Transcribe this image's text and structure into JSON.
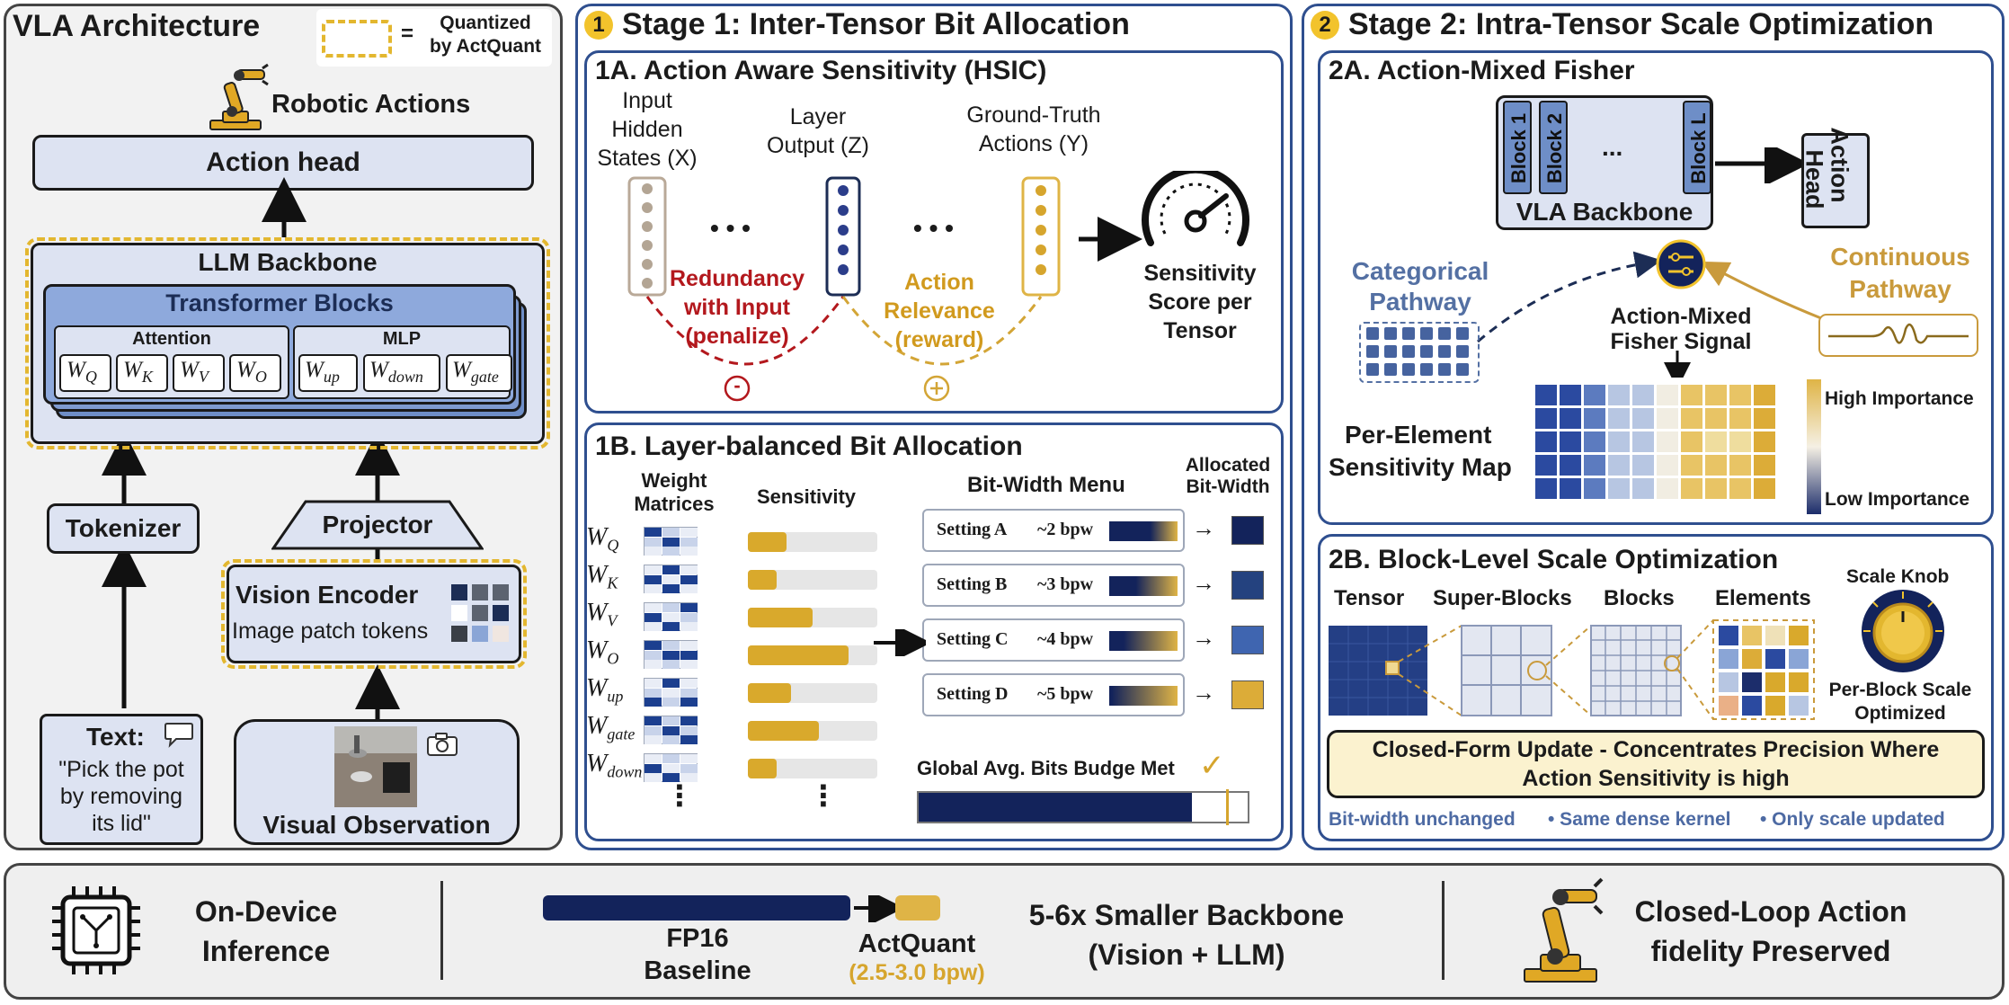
{
  "colors": {
    "navy": "#13235b",
    "blue": "#3f5fa8",
    "gold": "#dfb446",
    "red": "#b3181d",
    "panel_border": "#2f4f8f",
    "lavender": "#dde3f2"
  },
  "vla": {
    "title": "VLA Architecture",
    "legend_eq": "=",
    "legend_line1": "Quantized",
    "legend_line2": "by ActQuant",
    "robotic_actions": "Robotic Actions",
    "action_head": "Action head",
    "llm_backbone": "LLM Backbone",
    "transformer_blocks": "Transformer Blocks",
    "attention": "Attention",
    "mlp": "MLP",
    "attention_weights": [
      {
        "base": "W",
        "sub": "Q"
      },
      {
        "base": "W",
        "sub": "K"
      },
      {
        "base": "W",
        "sub": "V"
      },
      {
        "base": "W",
        "sub": "O"
      }
    ],
    "mlp_weights": [
      {
        "base": "W",
        "sub": "up"
      },
      {
        "base": "W",
        "sub": "down"
      },
      {
        "base": "W",
        "sub": "gate"
      }
    ],
    "tokenizer": "Tokenizer",
    "projector": "Projector",
    "vision_encoder": "Vision Encoder",
    "image_patch_tokens": "Image patch tokens",
    "text_label": "Text:",
    "text_quote_1": "\"Pick the pot",
    "text_quote_2": "by removing",
    "text_quote_3": "its lid\"",
    "visual_observation": "Visual Observation"
  },
  "stage1": {
    "badge": "1",
    "title": "Stage 1: Inter-Tensor Bit Allocation",
    "s1a": {
      "title": "1A. Action Aware Sensitivity (HSIC)",
      "input_1": "Input",
      "input_2": "Hidden",
      "input_3": "States (X)",
      "layer_1": "Layer",
      "layer_2": "Output (Z)",
      "gt_1": "Ground-Truth",
      "gt_2": "Actions (Y)",
      "ellipsis": "• • •",
      "red_1": "Redundancy",
      "red_2": "with Input",
      "red_3": "(penalize)",
      "gold_1": "Action",
      "gold_2": "Relevance",
      "gold_3": "(reward)",
      "minus": "-",
      "plus": "+",
      "sens_1": "Sensitivity",
      "sens_2": "Score per",
      "sens_3": "Tensor"
    },
    "s1b": {
      "title": "1B. Layer-balanced Bit Allocation",
      "weight_1": "Weight",
      "weight_2": "Matrices",
      "sensitivity": "Sensitivity",
      "menu": "Bit-Width Menu",
      "alloc_1": "Allocated",
      "alloc_2": "Bit-Width",
      "rows": [
        {
          "base": "W",
          "sub": "Q",
          "sensitivity": 0.3
        },
        {
          "base": "W",
          "sub": "K",
          "sensitivity": 0.22
        },
        {
          "base": "W",
          "sub": "V",
          "sensitivity": 0.5
        },
        {
          "base": "W",
          "sub": "O",
          "sensitivity": 0.78
        },
        {
          "base": "W",
          "sub": "up",
          "sensitivity": 0.33
        },
        {
          "base": "W",
          "sub": "gate",
          "sensitivity": 0.55
        },
        {
          "base": "W",
          "sub": "down",
          "sensitivity": 0.22
        }
      ],
      "vdots": "⋮",
      "settings": [
        {
          "label": "Setting A",
          "bpw": "~2 bpw",
          "color": "#13235b"
        },
        {
          "label": "Setting B",
          "bpw": "~3 bpw",
          "color": "#24427f"
        },
        {
          "label": "Setting C",
          "bpw": "~4 bpw",
          "color": "#3f65b0"
        },
        {
          "label": "Setting D",
          "bpw": "~5 bpw",
          "color": "#dcac38"
        }
      ],
      "budget": "Global Avg. Bits Budge Met",
      "check": "✓",
      "budget_fill": 0.83
    }
  },
  "stage2": {
    "badge": "2",
    "title": "Stage 2: Intra-Tensor Scale Optimization",
    "s2a": {
      "title": "2A. Action-Mixed Fisher",
      "blocks": [
        "Block 1",
        "Block 2",
        "Block L"
      ],
      "dots": "...",
      "backbone": "VLA Backbone",
      "action_head_1": "Action",
      "action_head_2": "Head",
      "cat_1": "Categorical",
      "cat_2": "Pathway",
      "cont_1": "Continuous",
      "cont_2": "Pathway",
      "fisher_1": "Action-Mixed",
      "fisher_2": "Fisher Signal",
      "map_1": "Per-Element",
      "map_2": "Sensitivity Map",
      "high": "High Importance",
      "low": "Low Importance"
    },
    "s2b": {
      "title": "2B. Block-Level Scale Optimization",
      "tensor": "Tensor",
      "super_blocks": "Super-Blocks",
      "blocks": "Blocks",
      "elements": "Elements",
      "knob": "Scale Knob",
      "per_block_1": "Per-Block Scale",
      "per_block_2": "Optimized",
      "closed_1": "Closed-Form Update - Concentrates Precision Where",
      "closed_2": "Action Sensitivity is high",
      "footer_1": "Bit-width  unchanged",
      "footer_2": "• Same dense kernel",
      "footer_3": "•  Only scale updated"
    }
  },
  "bottom": {
    "ondevice_1": "On-Device",
    "ondevice_2": "Inference",
    "fp16_1": "FP16",
    "fp16_2": "Baseline",
    "actquant": "ActQuant",
    "actquant_bpw": "(2.5-3.0 bpw)",
    "smaller_1": "5-6x Smaller Backbone",
    "smaller_2": "(Vision + LLM)",
    "closed_1": "Closed-Loop Action",
    "closed_2": "fidelity Preserved"
  }
}
